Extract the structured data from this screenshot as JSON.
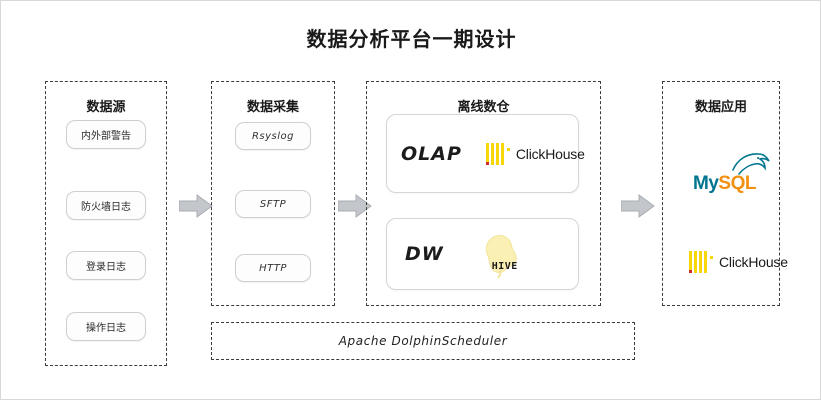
{
  "title": "数据分析平台一期设计",
  "columns": {
    "sources": {
      "title": "数据源",
      "items": [
        {
          "label": "内外部警告"
        },
        {
          "label": "防火墙日志"
        },
        {
          "label": "登录日志"
        },
        {
          "label": "操作日志"
        }
      ]
    },
    "collection": {
      "title": "数据采集",
      "items": [
        {
          "label": "Rsyslog"
        },
        {
          "label": "SFTP"
        },
        {
          "label": "HTTP"
        }
      ]
    },
    "warehouse": {
      "title": "离线数仓",
      "panels": [
        {
          "label": "OLAP",
          "logo": "ClickHouse"
        },
        {
          "label": "DW",
          "logo": "HIVE"
        }
      ]
    },
    "application": {
      "title": "数据应用",
      "items": [
        {
          "label": "MySQL",
          "my": "My",
          "sql": "SQL"
        },
        {
          "label": "ClickHouse"
        }
      ]
    }
  },
  "scheduler": {
    "label": "Apache DolphinScheduler"
  },
  "arrows": [
    {
      "name": "arrow-sources-to-collection"
    },
    {
      "name": "arrow-collection-to-warehouse"
    },
    {
      "name": "arrow-warehouse-to-application"
    }
  ],
  "colors": {
    "clickhouse_yellow": "#f7d708",
    "clickhouse_red": "#d02b2b",
    "mysql_teal": "#00758f",
    "mysql_orange": "#f29111",
    "hive_yellow": "#faf0b4",
    "arrow_gray": "#b9bcc0",
    "border_dash": "#3a3a3a"
  }
}
